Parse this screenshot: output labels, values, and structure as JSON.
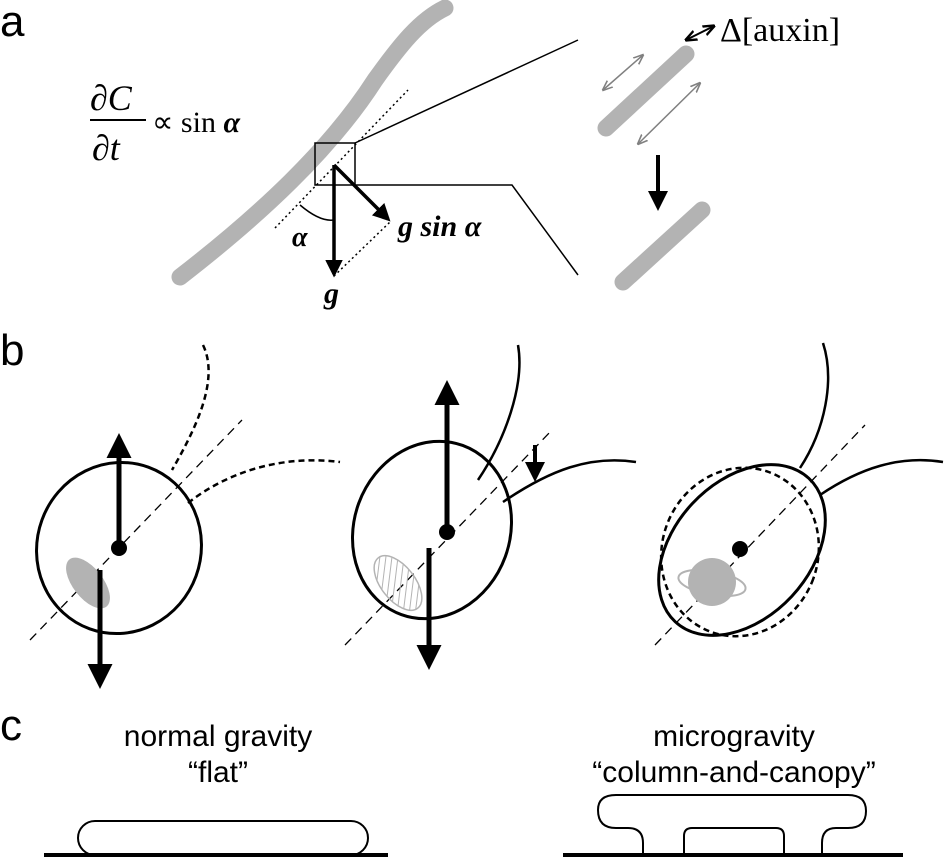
{
  "panel_a": {
    "label": "a",
    "eq_numerator": "∂C",
    "eq_denominator": "∂t",
    "eq_rhs": "∝ sin ",
    "eq_alpha": "α",
    "g_sin_label": "g sin ",
    "g_sin_alpha": "α",
    "alpha_label": "α",
    "g_label": "g",
    "auxin_label": "Δ[auxin]"
  },
  "panel_b": {
    "label": "b"
  },
  "panel_c": {
    "label": "c",
    "left_title_line1": "normal gravity",
    "left_title_line2": "“flat”",
    "right_title_line1": "microgravity",
    "right_title_line2": "“column-and-canopy”"
  },
  "colors": {
    "root_gray": "#b3b3b3",
    "stroke": "#000000",
    "arrow_gray": "#808080"
  }
}
